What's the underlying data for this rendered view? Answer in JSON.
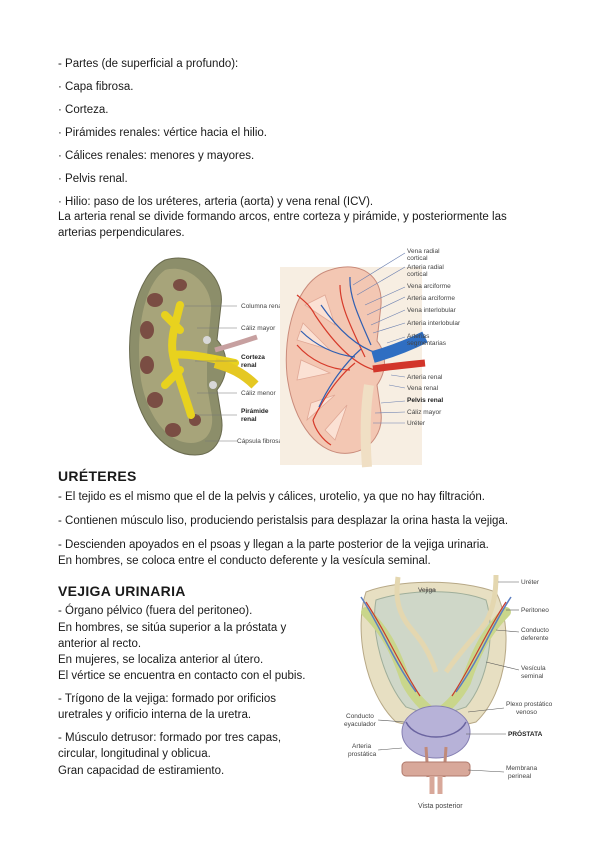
{
  "kidney_section": {
    "lines": [
      "- Partes (de superficial a profundo):",
      "· Capa fibrosa.",
      "· Corteza.",
      "· Pirámides renales: vértice hacia el hilio.",
      "· Cálices renales: menores y mayores.",
      "· Pelvis renal.",
      "· Hilio: paso de los uréteres, arteria (aorta) y vena renal (ICV).",
      "La arteria renal se divide formando arcos, entre corteza y pirámide, y posteriormente las",
      "arterias perpendiculares."
    ]
  },
  "kidney_figure": {
    "left_labels": [
      "Columna renal",
      "Cáliz mayor",
      "Corteza",
      "renal",
      "Cáliz menor",
      "Pirámide",
      "renal",
      "Cápsula fibrosa"
    ],
    "right_labels": [
      "Vena radial",
      "cortical",
      "Arteria radial",
      "cortical",
      "Vena arciforme",
      "Arteria arciforme",
      "Vena interlobular",
      "Arteria interlobular",
      "Arterias",
      "segmentarias",
      "Arteria renal",
      "Vena renal",
      "Pelvis renal",
      "Cáliz mayor",
      "Uréter"
    ]
  },
  "ureteres": {
    "title": "URÉTERES",
    "lines": [
      "- El tejido es el mismo que el de la pelvis y cálices, urotelio, ya que no hay filtración.",
      "- Contienen músculo liso, produciendo peristalsis para desplazar la orina hasta la vejiga.",
      "- Descienden apoyados en el psoas y llegan a la parte posterior de la vejiga urinaria.",
      "En hombres, se coloca entre el conducto deferente y  la vesícula seminal."
    ]
  },
  "vejiga": {
    "title": "VEJIGA URINARIA",
    "lines": [
      "- Órgano pélvico (fuera del peritoneo).",
      "En hombres, se sitúa superior a la próstata y",
      "anterior al recto.",
      "En mujeres, se localiza anterior al útero.",
      "El vértice se encuentra en contacto con el pubis.",
      "- Trígono de la vejiga: formado por orificios",
      " uretrales y orificio interna de la uretra.",
      "- Músculo detrusor: formado por tres capas,",
      "circular, longitudinal y oblicua.",
      "Gran capacidad de estiramiento."
    ]
  },
  "bladder_figure": {
    "labels": [
      "Uréter",
      "Vejiga",
      "Peritoneo",
      "Conducto",
      "deferente",
      "Vesícula",
      "seminal",
      "Plexo prostático",
      "venoso",
      "PRÓSTATA",
      "Conducto",
      "eyaculador",
      "Arteria",
      "prostática",
      "Membrana",
      "perineal"
    ],
    "caption": "Vista posterior"
  }
}
